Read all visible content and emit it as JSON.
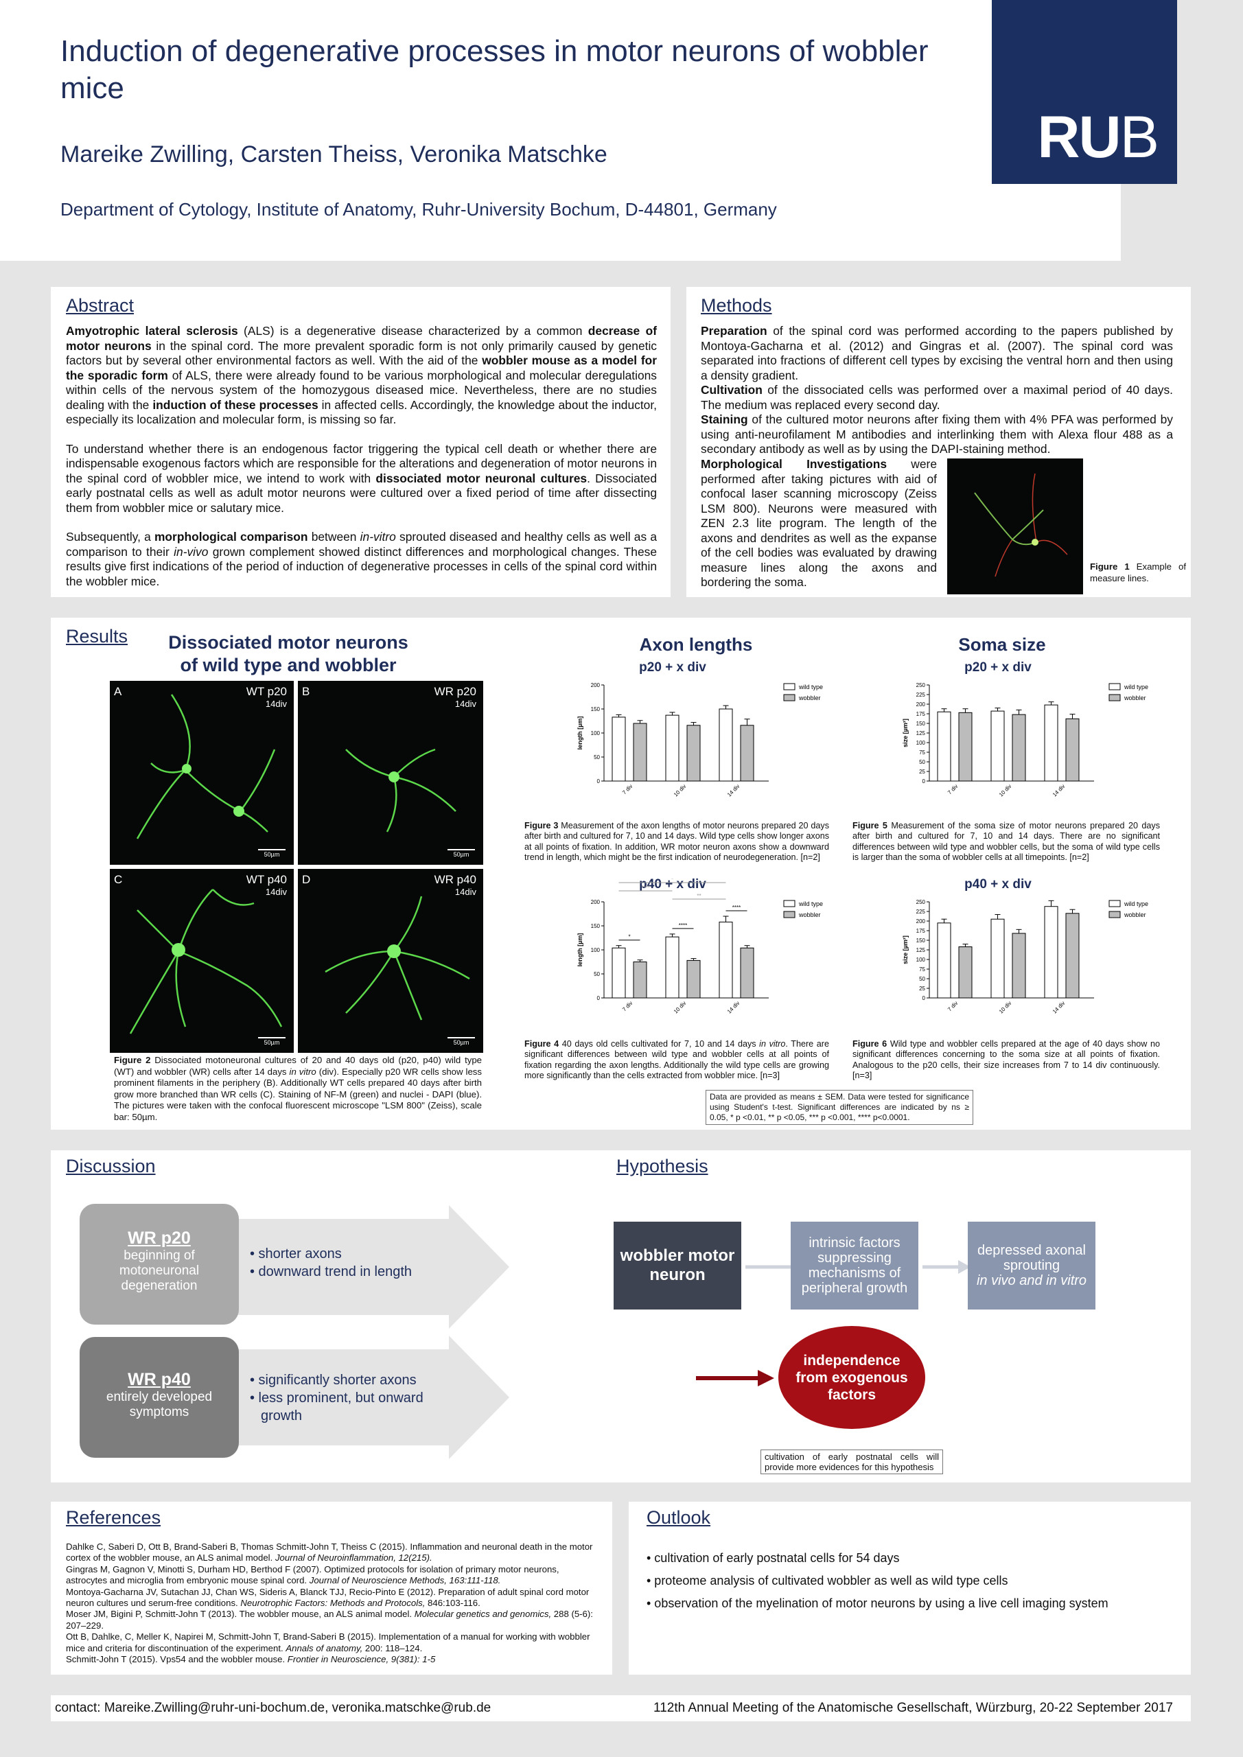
{
  "header": {
    "title": "Induction of degenerative processes in motor neurons of wobbler mice",
    "authors": "Mareike Zwilling, Carsten Theiss, Veronika Matschke",
    "department": "Department of Cytology, Institute of Anatomy, Ruhr-University Bochum, D-44801, Germany",
    "logo_ru": "RU",
    "logo_b": "B"
  },
  "abstract": {
    "heading": "Abstract",
    "p1": [
      "Amyotrophic lateral sclerosis",
      " (ALS) is a degenerative disease characterized by a common ",
      "decrease of motor neurons",
      " in the spinal cord. The more prevalent sporadic form is not only primarily caused by genetic factors but by several other environmental factors as well. With the aid of the ",
      "wobbler mouse as a model for the sporadic form",
      " of ALS, there were already found to be various morphological and molecular deregulations within cells of the nervous system of the homozygous diseased mice. Nevertheless, there are no studies dealing with the ",
      "induction of these processes",
      " in affected cells. Accordingly, the knowledge about the inductor, especially its localization and molecular form, is missing so far."
    ],
    "p2": [
      "To understand whether there is an endogenous factor triggering the typical cell death or whether there are indispensable exogenous factors which are responsible for the alterations and degeneration of motor neurons in the spinal cord of wobbler mice, we intend to work with ",
      "dissociated motor neuronal cultures",
      ". Dissociated early postnatal cells as well as adult motor neurons were cultured over a fixed period of time after dissecting them from wobbler mice or salutary mice."
    ],
    "p3": [
      "Subsequently, a ",
      "morphological comparison",
      " between ",
      "in-vitro",
      " sprouted diseased and healthy cells as well as a comparison to their ",
      "in-vivo",
      " grown complement showed distinct differences and morphological changes. These results give first indications of the period of induction of degenerative processes in cells of the spinal cord within the wobbler mice."
    ]
  },
  "methods": {
    "heading": "Methods",
    "prep": [
      "Preparation",
      " of the spinal cord was performed according to the papers published by Montoya-Gacharna et al. (2012) and  Gingras et al. (2007). The spinal cord was separated into fractions of different cell types by excising the ventral horn and then using a density gradient."
    ],
    "cult": [
      "Cultivation",
      " of the dissociated cells was performed over a maximal period of 40 days. The medium was replaced every second day."
    ],
    "stain": [
      "Staining",
      " of the cultured motor neurons after fixing them with 4% PFA was performed by using anti-neurofilament M antibodies and interlinking them with Alexa flour 488 as a secondary antibody as well as by using the DAPI-staining method."
    ],
    "morph": [
      "Morphological Investigations",
      " were performed after taking pictures with aid of confocal laser scanning microscopy (Zeiss LSM 800). Neurons were measured with ZEN 2.3 lite program. The length of the axons and dendrites as well as the expanse of the cell bodies was evaluated by drawing measure lines along the axons and bordering the soma."
    ],
    "fig1": [
      "Figure 1",
      " Example of measure lines."
    ]
  },
  "results": {
    "heading": "Results",
    "micro_title": "Dissociated motor neurons of wild type and wobbler",
    "panels": [
      {
        "letter": "A",
        "label": "WT p20",
        "sub": "14div",
        "scale": "50µm"
      },
      {
        "letter": "B",
        "label": "WR p20",
        "sub": "14div",
        "scale": "50µm"
      },
      {
        "letter": "C",
        "label": "WT p40",
        "sub": "14div",
        "scale": "50µm"
      },
      {
        "letter": "D",
        "label": "WR p40",
        "sub": "14div",
        "scale": "50µm"
      }
    ],
    "fig2": [
      "Figure 2",
      " Dissociated motoneuronal cultures of 20 and 40 days old (p20, p40) wild type (WT) and wobbler (WR) cells after 14 days ",
      "in vitro",
      " (div). Especially p20 WR cells show less prominent filaments in the periphery (B). Additionally WT cells prepared 40 days after birth grow more branched than WR cells (C). Staining of NF-M (green) and nuclei - DAPI (blue). The pictures were taken with the confocal fluorescent microscope \"LSM 800\" (Zeiss), scale bar: 50µm."
    ],
    "axon_title": "Axon lengths",
    "soma_title": "Soma size",
    "fig3": [
      "Figure 3",
      " Measurement of the axon lengths of motor neurons prepared 20 days after birth and cultured for 7, 10 and 14 days. Wild type cells show longer axons at all points of fixation. In addition, WR motor neuron axons show a downward trend in length, which might be the first indication of neurodegeneration. [n=2]"
    ],
    "fig4": [
      "Figure 4",
      " 40 days old cells cultivated for 7, 10 and 14 days ",
      "in vitro",
      ". There are significant differences between wild type and wobbler cells at all points of fixation regarding the axon lengths. Additionally the wild type cells are growing more significantly than the cells extracted from wobbler mice. [n=3]"
    ],
    "fig5": [
      "Figure 5",
      " Measurement of the soma size of motor neurons prepared 20 days after birth and cultured for 7, 10 and 14 days. There are no significant differences between wild type and wobbler cells, but the soma of wild type cells is larger than the soma of wobbler cells at all timepoints. [n=2]"
    ],
    "fig6": [
      "Figure 6",
      " Wild type and wobbler cells prepared at the age of 40 days show no significant differences concerning to the soma size at all points of fixation. Analogous to the p20 cells, their size increases from 7 to 14 div continuously. [n=3]"
    ],
    "stats_note": "Data are provided as means ± SEM. Data were tested for significance using Student's t-test. Significant differences are indicated by ns ≥ 0.05, * p <0.01, ** p <0.05, *** p <0.001, **** p<0.0001."
  },
  "chart_data": [
    {
      "id": "axon-p20",
      "type": "bar",
      "title": "p20 + x div",
      "categories": [
        "7 div",
        "10 div",
        "14 div"
      ],
      "ylabel": "length [µm]",
      "ylim": [
        0,
        200
      ],
      "yticks": [
        0,
        50,
        100,
        150,
        200
      ],
      "series": [
        {
          "name": "wild type",
          "values": [
            133,
            137,
            150
          ],
          "err": [
            5,
            6,
            7
          ]
        },
        {
          "name": "wobbler",
          "values": [
            120,
            116,
            116
          ],
          "err": [
            6,
            6,
            13
          ]
        }
      ],
      "sig": []
    },
    {
      "id": "soma-p20",
      "type": "bar",
      "title": "p20 + x div",
      "categories": [
        "7 div",
        "10 div",
        "14 div"
      ],
      "ylabel": "size [µm²]",
      "ylim": [
        0,
        250
      ],
      "yticks": [
        0,
        25,
        50,
        75,
        100,
        125,
        150,
        175,
        200,
        225,
        250
      ],
      "series": [
        {
          "name": "wild type",
          "values": [
            180,
            182,
            198
          ],
          "err": [
            8,
            8,
            8
          ]
        },
        {
          "name": "wobbler",
          "values": [
            178,
            173,
            162
          ],
          "err": [
            10,
            12,
            12
          ]
        }
      ],
      "sig": []
    },
    {
      "id": "axon-p40",
      "type": "bar",
      "title": "p40 + x div",
      "categories": [
        "7 div",
        "10 div",
        "14 div"
      ],
      "ylabel": "length [µm]",
      "ylim": [
        0,
        200
      ],
      "yticks": [
        0,
        50,
        100,
        150,
        200
      ],
      "series": [
        {
          "name": "wild type",
          "values": [
            104,
            127,
            158
          ],
          "err": [
            5,
            6,
            12
          ]
        },
        {
          "name": "wobbler",
          "values": [
            75,
            78,
            104
          ],
          "err": [
            4,
            4,
            5
          ]
        }
      ],
      "sig": [
        {
          "from": 0,
          "to": 1,
          "label": "*",
          "level": 0
        },
        {
          "from": 2,
          "to": 3,
          "label": "****",
          "level": 0
        },
        {
          "from": 4,
          "to": 5,
          "label": "****",
          "level": 0
        },
        {
          "from": 2,
          "to": 4,
          "label": "**",
          "level": 1
        },
        {
          "from": 0,
          "to": 2,
          "label": "****",
          "level": 2
        },
        {
          "from": 0,
          "to": 4,
          "label": "*",
          "level": 3
        }
      ]
    },
    {
      "id": "soma-p40",
      "type": "bar",
      "title": "p40 + x div",
      "categories": [
        "7 div",
        "10 div",
        "14 div"
      ],
      "ylabel": "size [µm²]",
      "ylim": [
        0,
        250
      ],
      "yticks": [
        0,
        25,
        50,
        75,
        100,
        125,
        150,
        175,
        200,
        225,
        250
      ],
      "series": [
        {
          "name": "wild type",
          "values": [
            195,
            205,
            238
          ],
          "err": [
            10,
            12,
            15
          ]
        },
        {
          "name": "wobbler",
          "values": [
            133,
            168,
            220
          ],
          "err": [
            7,
            10,
            10
          ]
        }
      ],
      "sig": []
    }
  ],
  "discussion": {
    "heading": "Discussion",
    "p20_title": "WR p20",
    "p20_desc": "beginning of motoneuronal degeneration",
    "p20_items": [
      "• shorter axons",
      "• downward trend in length"
    ],
    "p40_title": "WR p40",
    "p40_desc": "entirely developed symptoms",
    "p40_items": [
      "• significantly shorter axons",
      "• less prominent, but onward growth"
    ]
  },
  "hypothesis": {
    "heading": "Hypothesis",
    "box1": "wobbler motor neuron",
    "box2": "intrinsic factors suppressing mechanisms of peripheral growth",
    "box3a": "depressed axonal sprouting",
    "box3b": "in vivo and in vitro",
    "oval": "independence from exogenous factors",
    "note": "cultivation of early postnatal cells will provide more evidences for this hypothesis"
  },
  "references": {
    "heading": "References",
    "items": [
      [
        "Dahlke C, Saberi D, Ott B, Brand-Saberi B, Thomas Schmitt-John T, Theiss C (2015). Inflammation and neuronal death in the motor cortex of the wobbler mouse, an ALS animal model. ",
        "Journal of Neuroinflammation, 12(215).",
        ""
      ],
      [
        "Gingras M, Gagnon V, Minotti S, Durham HD, Berthod F (2007). Optimized protocols for isolation of primary motor neurons, astrocytes and microglia from embryonic mouse spinal cord. ",
        "Journal of Neuroscience Methods, 163:111-118.",
        ""
      ],
      [
        "Montoya-Gacharna JV, Sutachan JJ, Chan WS, Sideris A, Blanck TJJ, Recio-Pinto E (2012). Preparation of adult spinal cord motor neuron cultures und serum-free conditions. ",
        "Neurotrophic Factors: Methods and Protocols,",
        " 846:103-116."
      ],
      [
        "Moser JM, Bigini P, Schmitt-John T (2013). The wobbler mouse, an ALS animal model. ",
        "Molecular genetics and genomics,",
        " 288 (5-6): 207–229."
      ],
      [
        "Ott B, Dahlke, C, Meller K, Napirei M, Schmitt-John T, Brand-Saberi B (2015). Implementation of a manual for working with wobbler mice and criteria for discontinuation of the experiment. ",
        "Annals of anatomy,",
        " 200: 118–124."
      ],
      [
        "Schmitt-John T (2015). Vps54 and the wobbler mouse. ",
        "Frontier in Neuroscience, 9(381): 1-5",
        ""
      ]
    ]
  },
  "outlook": {
    "heading": "Outlook",
    "items": [
      "•    cultivation of early postnatal cells for 54 days",
      "•    proteome analysis of cultivated wobbler as well as wild type cells",
      "•    observation of the myelination of motor neurons by using a live cell imaging system"
    ]
  },
  "footer": {
    "contact": "contact: Mareike.Zwilling@ruhr-uni-bochum.de, veronika.matschke@rub.de",
    "meeting": "112th Annual Meeting of the Anatomische Gesellschaft, Würzburg, 20-22 September 2017"
  },
  "colors": {
    "navy": "#1e2d5a",
    "logo": "#1b3060",
    "wobbler_bar": "#bcbcbc",
    "oval": "#a50f15",
    "hyp_dark": "#3d4350",
    "hyp_light": "#8a96ae",
    "neuron": "#5cd84a"
  }
}
